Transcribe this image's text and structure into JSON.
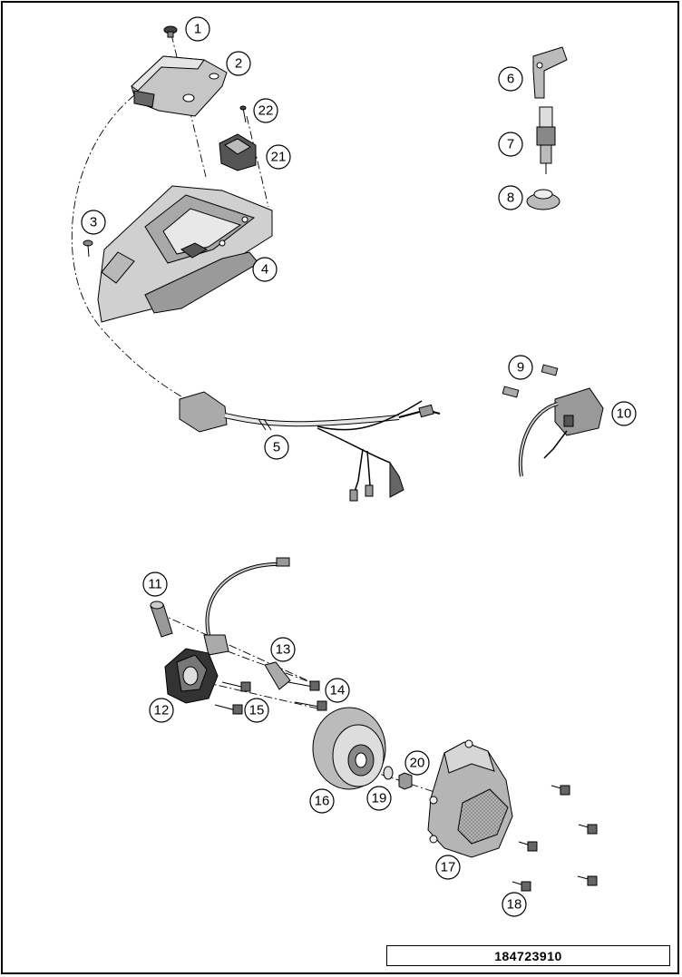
{
  "drawing_number": "184723910",
  "callouts": [
    "1",
    "2",
    "3",
    "4",
    "5",
    "6",
    "7",
    "8",
    "9",
    "10",
    "11",
    "12",
    "13",
    "14",
    "15",
    "16",
    "17",
    "18",
    "19",
    "20",
    "21",
    "22"
  ]
}
